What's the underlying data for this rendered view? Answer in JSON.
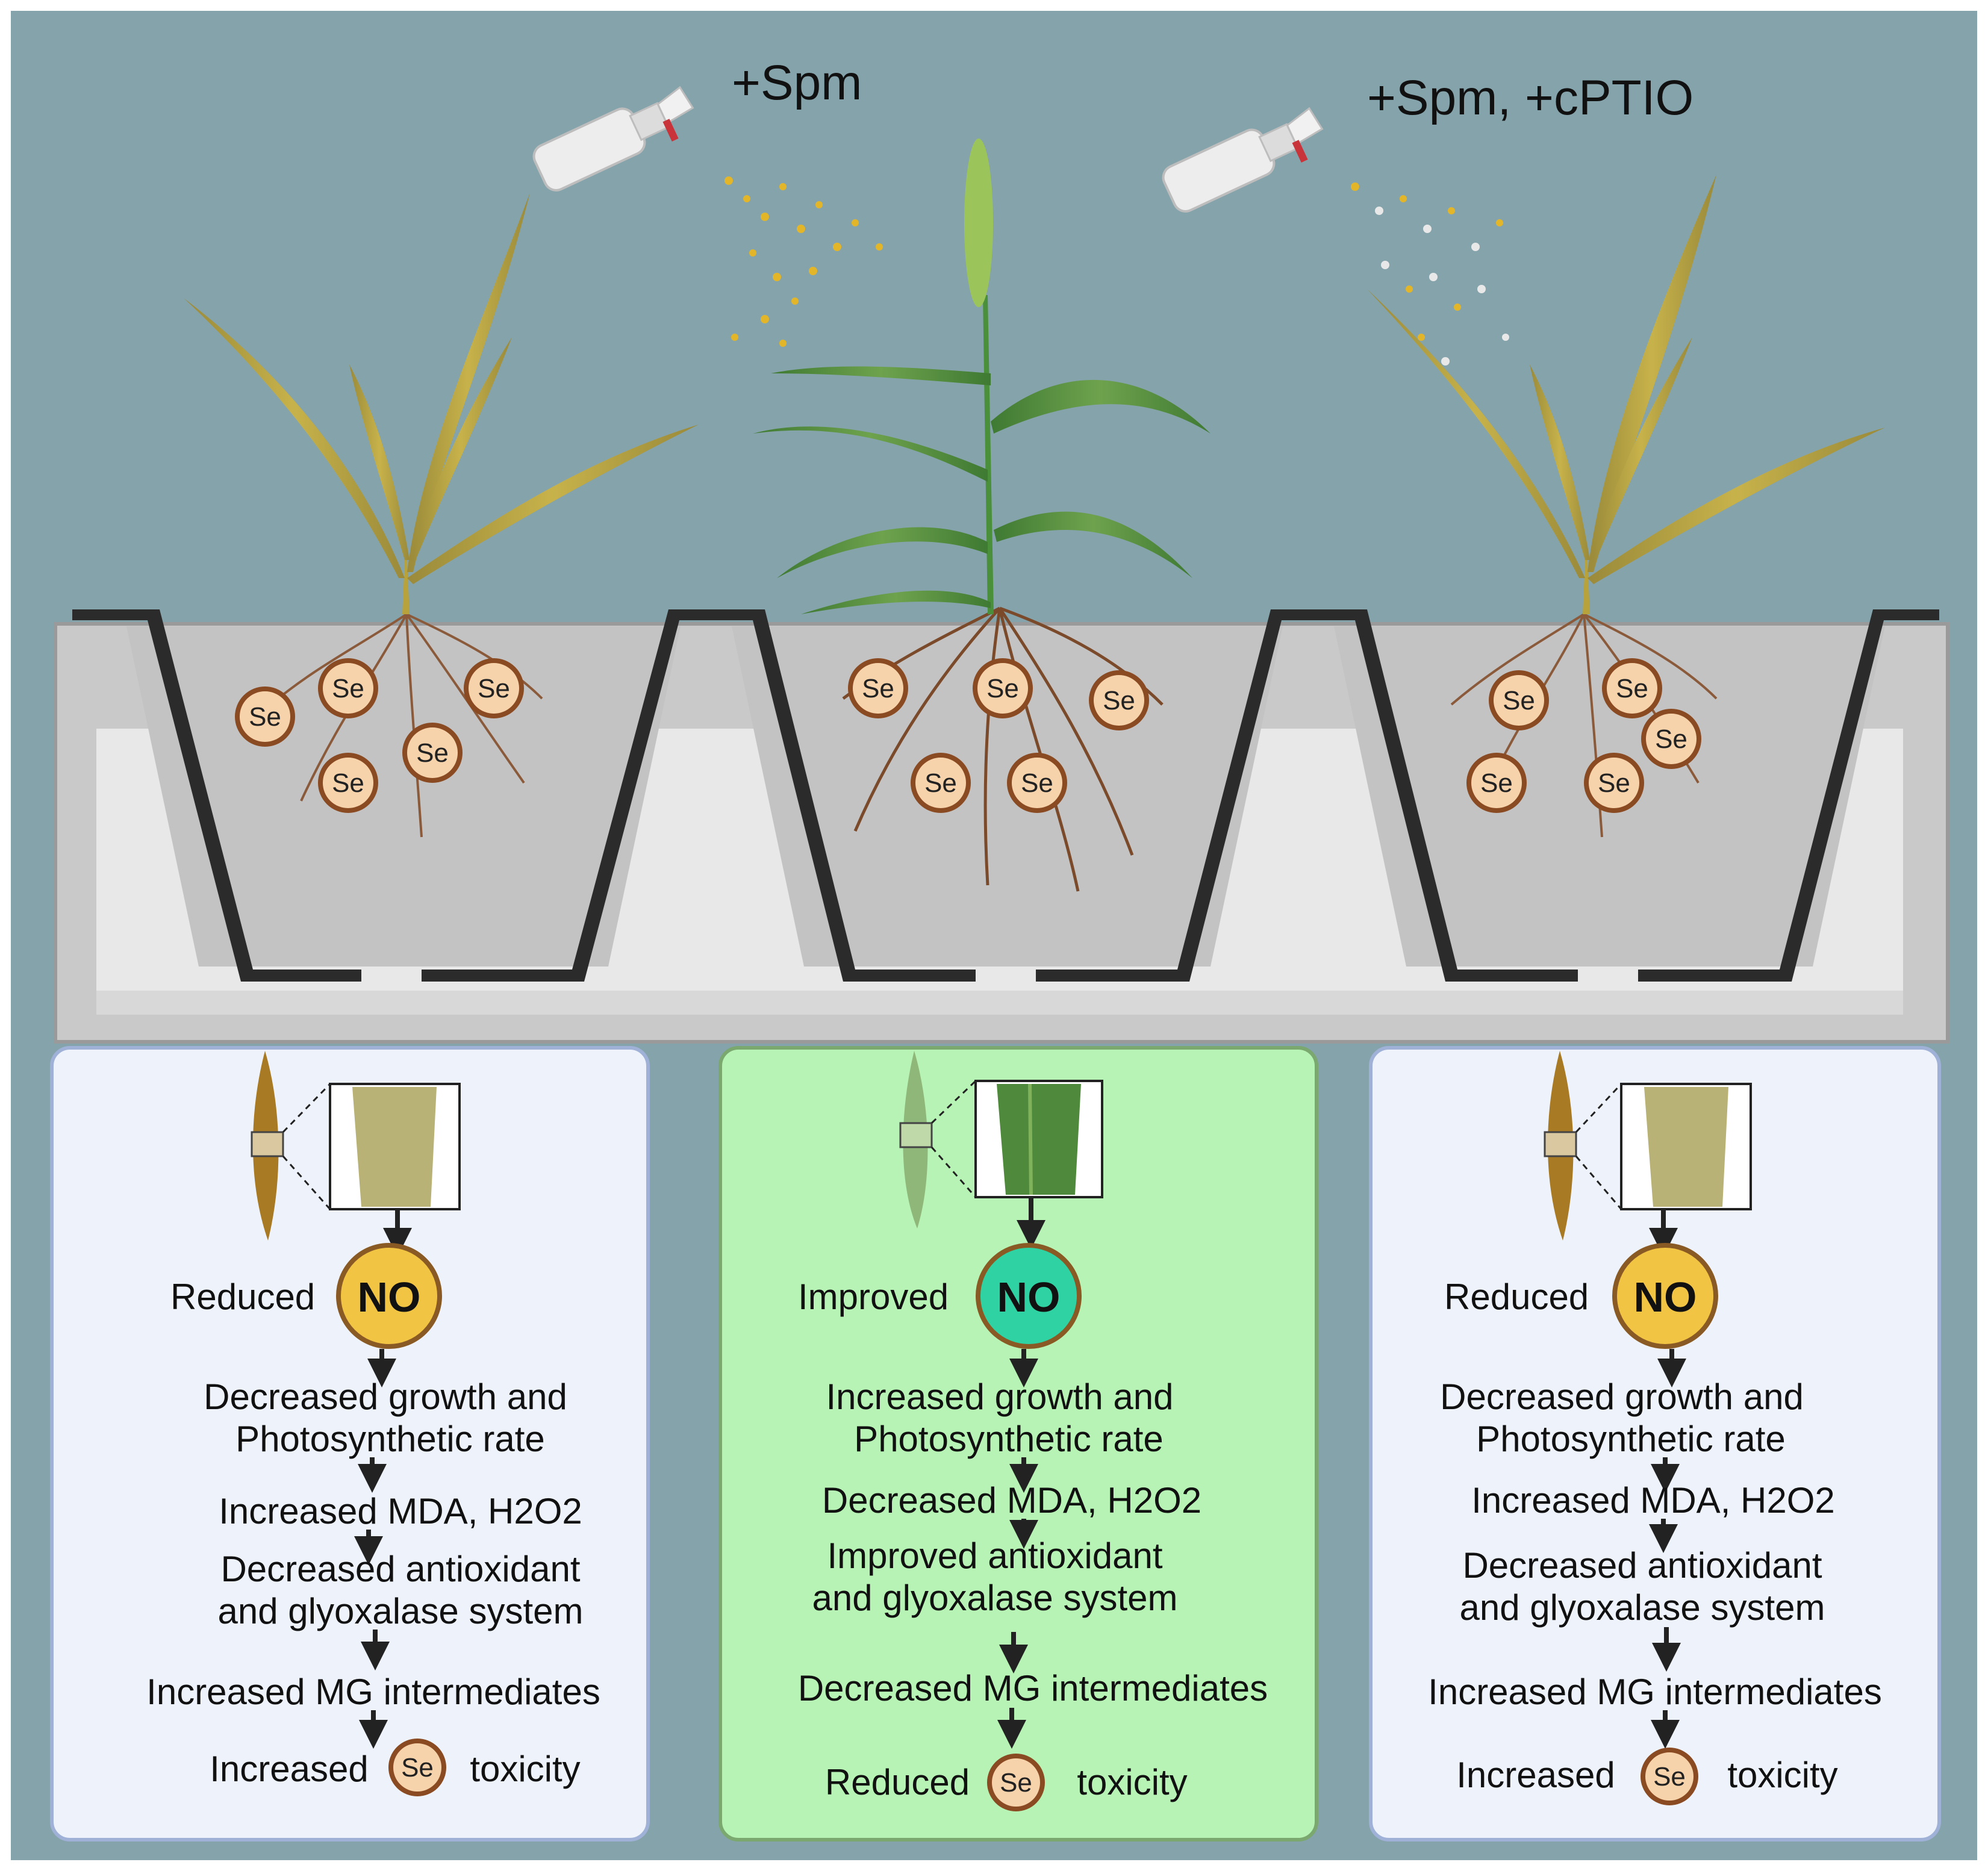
{
  "treatments": [
    {
      "label": "+Spm"
    },
    {
      "label": "+Spm, +cPTIO"
    }
  ],
  "se_symbol": "Se",
  "no_symbol": "NO",
  "panels": [
    {
      "no_state": "Reduced",
      "no_color": "#f2c443",
      "steps": [
        "Decreased growth and",
        "Photosynthetic rate",
        "Increased MDA, H2O2",
        "Decreased antioxidant",
        "and glyoxalase system",
        "Increased MG intermediates"
      ],
      "final_prefix": "Increased",
      "final_suffix": "toxicity"
    },
    {
      "no_state": "Improved",
      "no_color": "#2fd3a3",
      "steps": [
        "Increased growth and",
        "Photosynthetic rate",
        "Decreased MDA, H2O2",
        "Improved  antioxidant",
        "and glyoxalase system",
        "Decreased MG intermediates"
      ],
      "final_prefix": "Reduced",
      "final_suffix": "toxicity"
    },
    {
      "no_state": "Reduced",
      "no_color": "#f2c443",
      "steps": [
        "Decreased growth and",
        "Photosynthetic rate",
        "Increased MDA, H2O2",
        "Decreased antioxidant",
        "and glyoxalase system",
        "Increased MG intermediates"
      ],
      "final_prefix": "Increased",
      "final_suffix": "toxicity"
    }
  ],
  "colors": {
    "background": "#85a3ab",
    "panel_stressed": "#eef3fb",
    "panel_healthy": "#b6f3b4",
    "se_fill": "#f6d3ab",
    "se_stroke": "#8a4a22",
    "soil": "#c9c9c9",
    "pot": "#2b2b2b",
    "tray": "#e5e5e5"
  }
}
